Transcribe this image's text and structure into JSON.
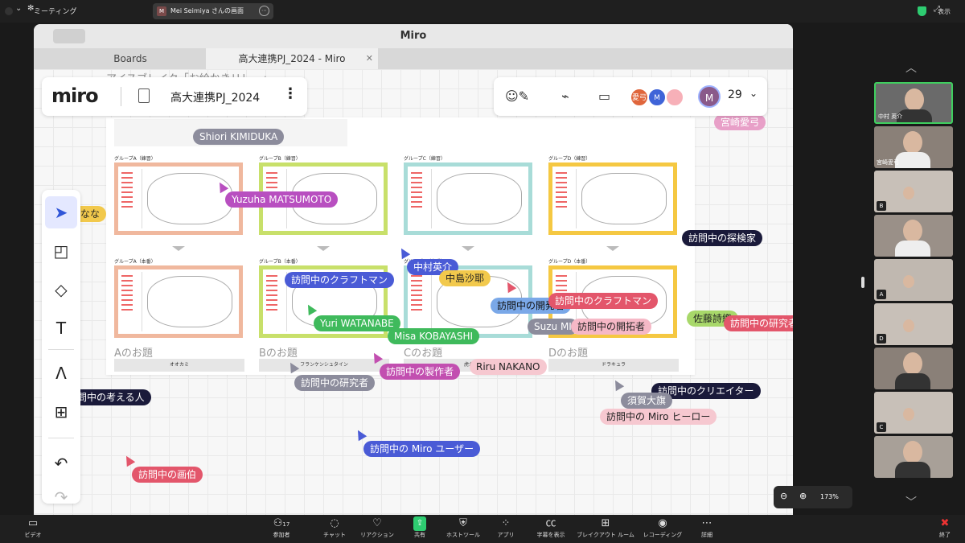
{
  "zoom_top": {
    "meeting_label": "ミーティング",
    "share_title": "Mei Seimiya さんの画面",
    "share_avatar": "M",
    "view_label": "表示"
  },
  "window": {
    "title": "Miro",
    "tabs": [
      {
        "label": "Boards"
      },
      {
        "label": "高大連携PJ_2024 - Miro"
      }
    ]
  },
  "miro": {
    "logo": "miro",
    "board_name": "高大連携PJ_2024",
    "bg_title": "アイスブレイク「お絵かきリレー」",
    "member_count": "29",
    "avatars": [
      "愛弓",
      "M",
      "",
      "M"
    ],
    "zoom_level": "173%"
  },
  "frame": {
    "group_labels_top": [
      "グループA（練習）",
      "グループB（練習）",
      "グループC（練習）",
      "グループD（練習）"
    ],
    "group_labels_bottom": [
      "グループA（本番）",
      "グループB（本番）",
      "グループC（本番）",
      "グループD（本番）"
    ],
    "topics": [
      "Aのお題",
      "Bのお題",
      "Cのお題",
      "Dのお題"
    ],
    "answers": [
      "オオカミ",
      "フランケンシュタイン",
      "虎か",
      "ドラキュラ"
    ]
  },
  "cursors": [
    {
      "label": "Shiori KIMIDUKA",
      "color": "#8c8c9c"
    },
    {
      "label": "Yuzuha MATSUMOTO",
      "color": "#b84fc0"
    },
    {
      "label": "ななな",
      "color": "#f2c94c"
    },
    {
      "label": "中村英介",
      "color": "#4a5bd6"
    },
    {
      "label": "訪問中のクラフトマン",
      "color": "#4a5bd6"
    },
    {
      "label": "中島沙耶",
      "color": "#f2c94c"
    },
    {
      "label": "訪問中の開発者",
      "color": "#7aa8e8"
    },
    {
      "label": "訪問中のクラフトマン",
      "color": "#e3566b"
    },
    {
      "label": "Yuri WATANABE",
      "color": "#3fba5c"
    },
    {
      "label": "Misa KOBAYASHI",
      "color": "#3fba5c"
    },
    {
      "label": "Suzu MI",
      "color": "#8c8c9c"
    },
    {
      "label": "訪問中の開拓者",
      "color": "#f6b8c6"
    },
    {
      "label": "訪問中の探検家",
      "color": "#1a1a3a"
    },
    {
      "label": "佐藤詩織",
      "color": "#a8d86a"
    },
    {
      "label": "訪問中の研究者",
      "color": "#e3566b"
    },
    {
      "label": "訪問中の研究者",
      "color": "#8c8c9c"
    },
    {
      "label": "訪問中の製作者",
      "color": "#c24fb0"
    },
    {
      "label": "Riru NAKANO",
      "color": "#f6c8d0"
    },
    {
      "label": "訪問中の考える人",
      "color": "#1a1a3a"
    },
    {
      "label": "訪問中のクリエイター",
      "color": "#1a1a3a"
    },
    {
      "label": "須賀大旗",
      "color": "#8c8c9c"
    },
    {
      "label": "訪問中の Miro ヒーロー",
      "color": "#f6c8d0"
    },
    {
      "label": "訪問中の Miro ユーザー",
      "color": "#4a5bd6"
    },
    {
      "label": "訪問中の画伯",
      "color": "#e3566b"
    },
    {
      "label": "宮崎愛弓",
      "color": "#e8a0c8"
    }
  ],
  "participants": [
    {
      "name": "中村 英介"
    },
    {
      "name": "宮崎愛弓"
    },
    {
      "name": "B"
    },
    {
      "name": ""
    },
    {
      "name": "A"
    },
    {
      "name": "D"
    },
    {
      "name": ""
    },
    {
      "name": "C"
    },
    {
      "name": ""
    }
  ],
  "bottom_bar": {
    "video": "ビデオ",
    "participants": "参加者",
    "participant_count": "17",
    "chat": "チャット",
    "reactions": "リアクション",
    "share": "共有",
    "host_tools": "ホストツール",
    "apps": "アプリ",
    "captions": "字幕を表示",
    "breakout": "ブレイクアウト ルーム",
    "recording": "レコーディング",
    "more": "詳細",
    "end": "終了"
  }
}
